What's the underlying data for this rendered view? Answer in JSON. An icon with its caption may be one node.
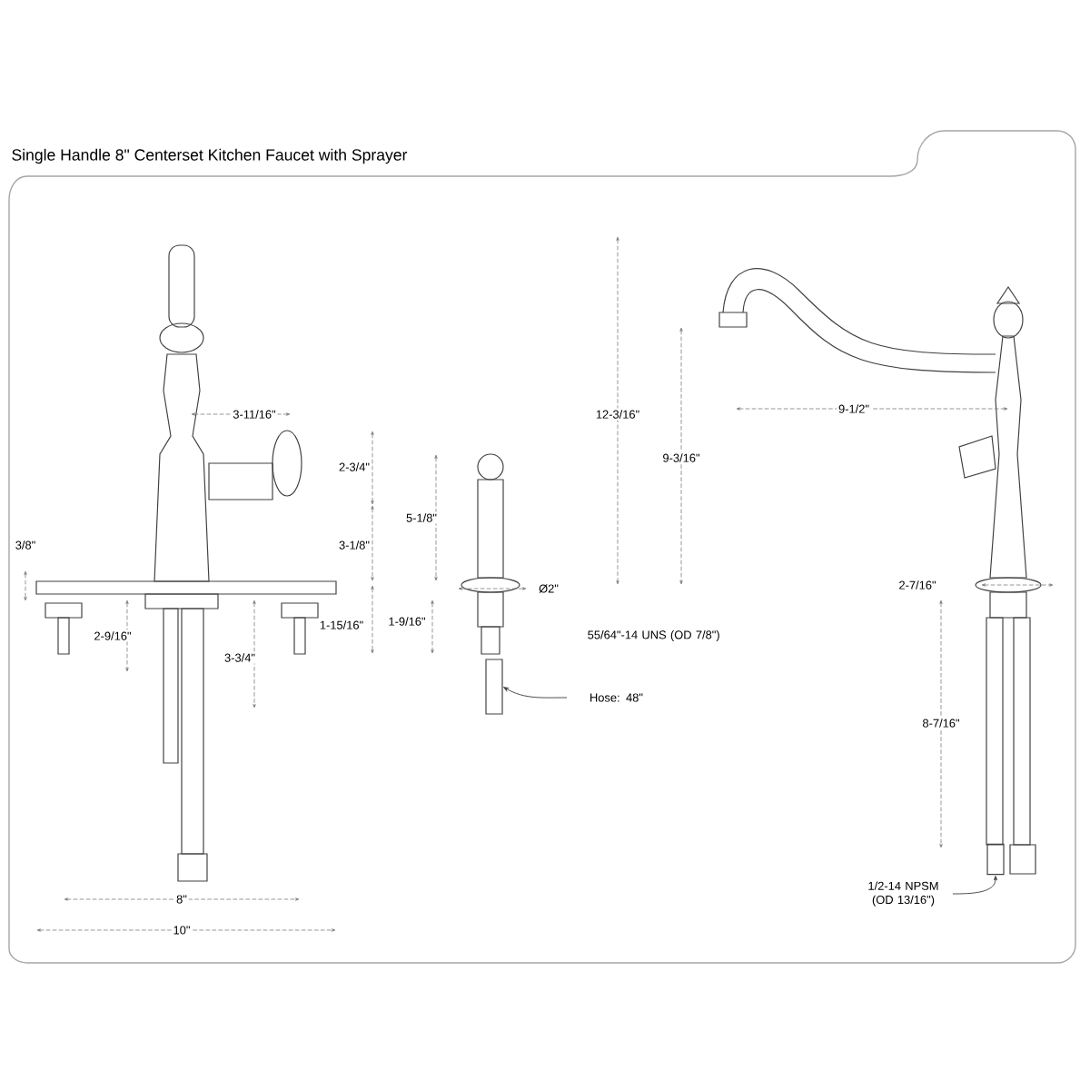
{
  "diagram": {
    "title": "Single Handle 8\" Centerset Kitchen Faucet with Sprayer",
    "nodes": [
      {
        "text": [
          "Hose: 48\""
        ]
      },
      {
        "text": [],
        "shape": "box"
      },
      {
        "text": [
          "1/2-14 NPSM (OD 13/16\")"
        ]
      },
      {
        "text": [],
        "shape": "box"
      }
    ],
    "edges": [
      {
        "from": 0,
        "to": 1,
        "arrow": "to"
      },
      {
        "from": 2,
        "to": 3,
        "arrow": "to"
      }
    ],
    "labels": [
      "3-11/16\"",
      "2-3/4\"",
      "5-1/8\"",
      "3-1/8\"",
      "3/8\"",
      "1-15/16\"",
      "2-9/16\"",
      "3-3/4\"",
      "Ø2\"",
      "1-9/16\"",
      "55/64\"-14 UNS (OD 7/8\")",
      "8\"",
      "10\"",
      "12-3/16\"",
      "9-3/16\"",
      "9-1/2\"",
      "2-7/16\"",
      "8-7/16\""
    ]
  }
}
